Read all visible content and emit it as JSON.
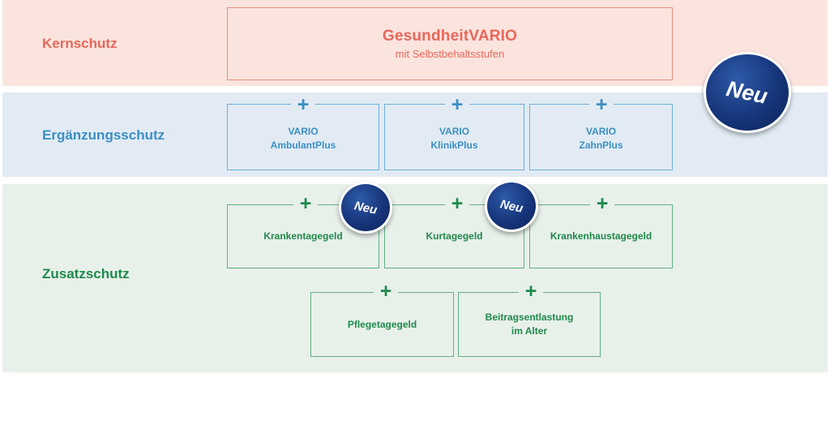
{
  "rows": {
    "kern": {
      "label": "Kernschutz"
    },
    "erg": {
      "label": "Ergänzungsschutz"
    },
    "zus": {
      "label": "Zusatzschutz"
    }
  },
  "main_product": {
    "title": "GesundheitVARIO",
    "subtitle": "mit Selbstbehaltsstufen"
  },
  "erg_products": [
    {
      "line1": "VARIO",
      "line2": "AmbulantPlus"
    },
    {
      "line1": "VARIO",
      "line2": "KlinikPlus"
    },
    {
      "line1": "VARIO",
      "line2": "ZahnPlus"
    }
  ],
  "zus_products": [
    {
      "line1": "Krankentagegeld",
      "line2": ""
    },
    {
      "line1": "Kurtagegeld",
      "line2": ""
    },
    {
      "line1": "Krankenhaustagegeld",
      "line2": ""
    },
    {
      "line1": "Pflegetagegeld",
      "line2": ""
    },
    {
      "line1": "Beitragsentlastung",
      "line2": "im Alter"
    }
  ],
  "plus_symbol": "+",
  "badges": {
    "new_label": "Neu"
  },
  "colors": {
    "kern": "#e8675a",
    "erg": "#3b8fc3",
    "zus": "#1f8a4c",
    "badge": "#16357a"
  }
}
